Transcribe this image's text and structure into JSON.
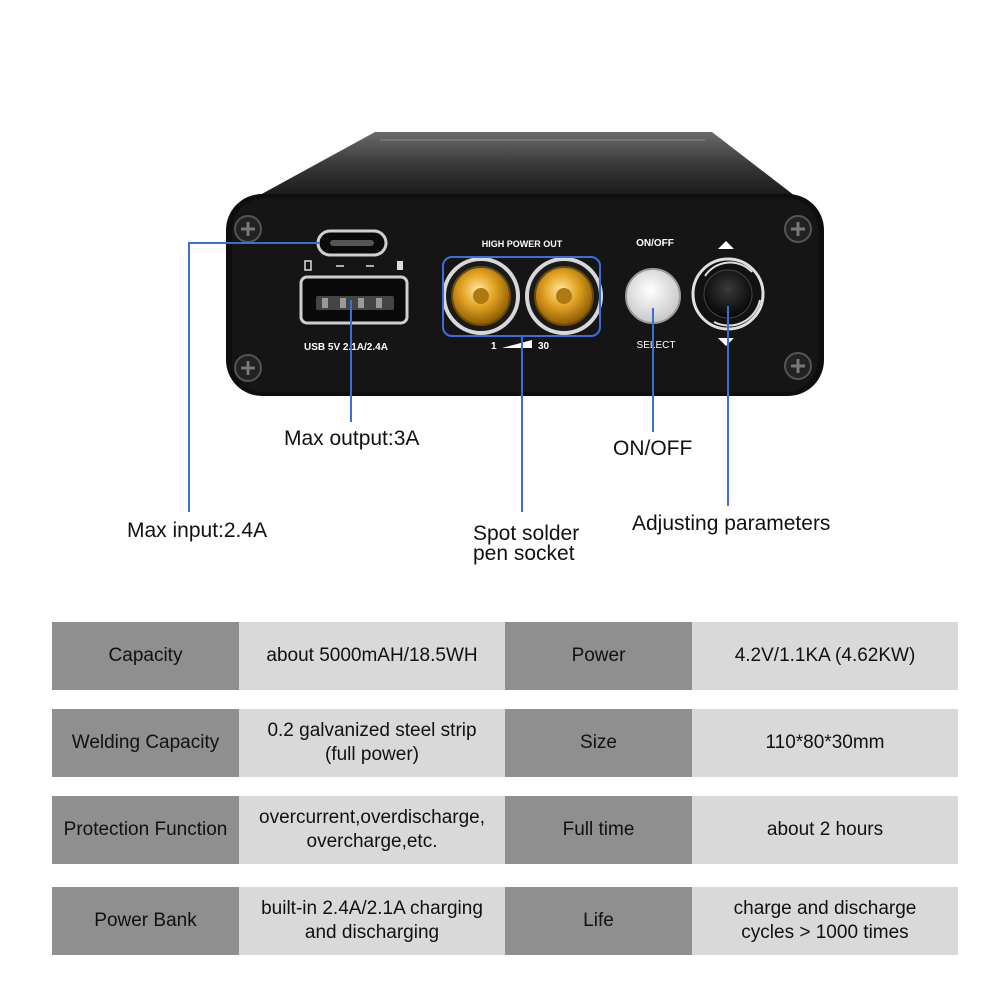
{
  "device": {
    "panel": {
      "high_power_out": "HIGH  POWER  OUT",
      "scale_min": "1",
      "scale_max": "30",
      "usb_label": "USB  5V  2.1A/2.4A",
      "on_off": "ON/OFF",
      "select": "SELECT"
    }
  },
  "callouts": {
    "max_output": "Max output:3A",
    "on_off": "ON/OFF",
    "max_input": "Max input:2.4A",
    "spot_solder": "Spot solder\npen socket",
    "adjusting": "Adjusting parameters"
  },
  "colors": {
    "callout_line": "#3a6fd8",
    "key_cell": "#8f8f8f",
    "value_cell": "#d9d9d9"
  },
  "specs": [
    {
      "k1": "Capacity",
      "v1": "about 5000mAH/18.5WH",
      "k2": "Power",
      "v2": "4.2V/1.1KA (4.62KW)"
    },
    {
      "k1": "Welding Capacity",
      "v1": "0.2 galvanized steel strip\n(full power)",
      "k2": "Size",
      "v2": "110*80*30mm"
    },
    {
      "k1": "Protection Function",
      "v1": "overcurrent,overdischarge,\novercharge,etc.",
      "k2": "Full time",
      "v2": "about 2 hours"
    },
    {
      "k1": "Power Bank",
      "v1": "built-in 2.4A/2.1A charging\nand discharging",
      "k2": "Life",
      "v2": "charge and discharge\ncycles > 1000 times"
    }
  ]
}
